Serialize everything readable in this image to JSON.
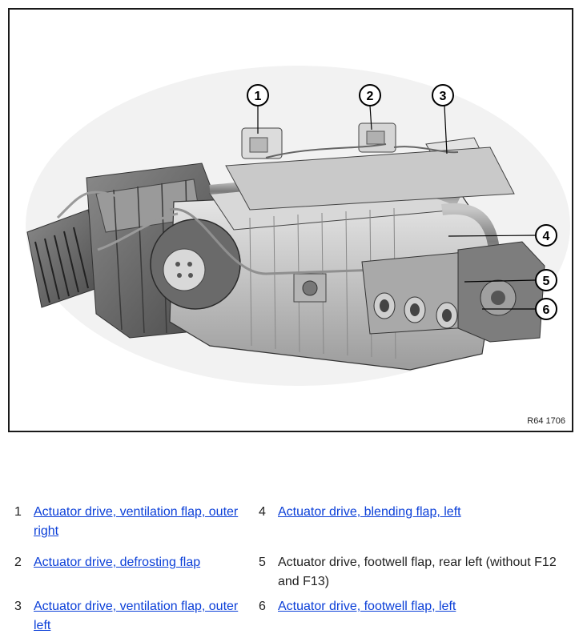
{
  "figure": {
    "reference_code": "R64 1706",
    "callouts": [
      "1",
      "2",
      "3",
      "4",
      "5",
      "6"
    ]
  },
  "legend": [
    {
      "number": "1",
      "text": "Actuator drive, ventilation flap, outer right",
      "link": true
    },
    {
      "number": "2",
      "text": "Actuator drive, defrosting flap",
      "link": true
    },
    {
      "number": "3",
      "text": "Actuator drive, ventilation flap, outer left",
      "link": true
    },
    {
      "number": "4",
      "text": "Actuator drive, blending flap, left",
      "link": true
    },
    {
      "number": "5",
      "text": "Actuator drive, footwell flap, rear left (without F12 and F13)",
      "link": false
    },
    {
      "number": "6",
      "text": "Actuator drive, footwell flap, left",
      "link": true
    }
  ]
}
